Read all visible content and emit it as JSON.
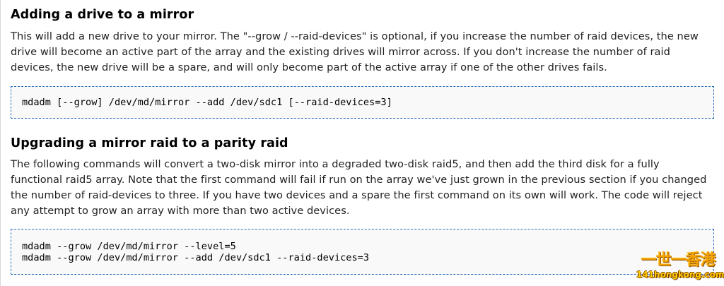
{
  "sections": [
    {
      "title": "Adding a drive to a mirror",
      "paragraph": "This will add a new drive to your mirror. The \"--grow / --raid-devices\" is optional, if you increase the number of raid devices, the new drive will become an active part of the array and the existing drives will mirror across. If you don't increase the number of raid devices, the new drive will be a spare, and will only become part of the active array if one of the other drives fails.",
      "code": "mdadm [--grow] /dev/md/mirror --add /dev/sdc1 [--raid-devices=3]"
    },
    {
      "title": "Upgrading a mirror raid to a parity raid",
      "paragraph": "The following commands will convert a two-disk mirror into a degraded two-disk raid5, and then add the third disk for a fully functional raid5 array. Note that the first command will fail if run on the array we've just grown in the previous section if you changed the number of raid-devices to three. If you have two devices and a spare the first command on its own will work. The code will reject any attempt to grow an array with more than two active devices.",
      "code": "mdadm --grow /dev/md/mirror --level=5\nmdadm --grow /dev/md/mirror --add /dev/sdc1 --raid-devices=3"
    }
  ],
  "watermark": {
    "chinese": "一世一香港",
    "url": "141hongkong.com"
  },
  "colors": {
    "code_border": "#2a6ebb",
    "code_background": "#f9f9f9",
    "text": "#222222"
  }
}
